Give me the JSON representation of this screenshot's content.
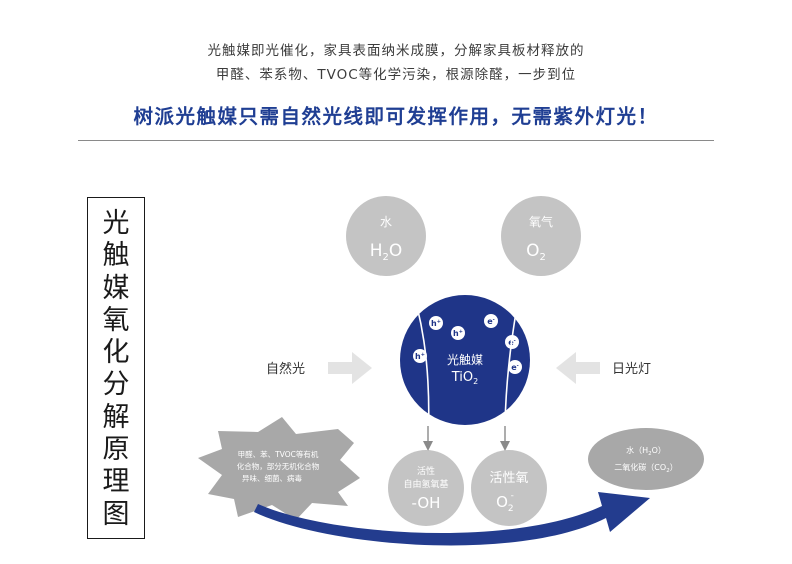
{
  "intro": {
    "line1": "光触媒即光催化，家具表面纳米成膜，分解家具板材释放的",
    "line2": "甲醛、苯系物、TVOC等化学污染，根源除醛，一步到位"
  },
  "headline": "树派光触媒只需自然光线即可发挥作用，无需紫外灯光！",
  "vertical_title": [
    "光",
    "触",
    "媒",
    "氧",
    "化",
    "分",
    "解",
    "原",
    "理",
    "图"
  ],
  "diagram": {
    "water": {
      "label": "水",
      "formula": "H",
      "sub": "2",
      "tail": "O"
    },
    "oxygen": {
      "label": "氧气",
      "formula": "O",
      "sub": "2"
    },
    "catalyst": {
      "label": "光触媒",
      "formula": "TiO",
      "sub": "2"
    },
    "particles": {
      "hole": "h",
      "hole_sup": "+",
      "electron": "e",
      "electron_sup": "-"
    },
    "natural_light": "自然光",
    "sunlight_lamp": "日光灯",
    "pollutants": {
      "line1": "甲醛、苯、TVOC等有机",
      "line2": "化合物，部分无机化合物",
      "line3": "异味、细菌、病毒"
    },
    "radical": {
      "line1": "活性",
      "line2": "自由氢氧基",
      "formula": "-OH"
    },
    "superoxide": {
      "label": "活性氧",
      "formula": "O",
      "sub": "2",
      "sup": "-"
    },
    "products": {
      "line1_pre": "水（H",
      "line1_sub": "2",
      "line1_post": "O）",
      "line2_pre": "二氧化碳（CO",
      "line2_sub": "2",
      "line2_post": "）"
    }
  },
  "colors": {
    "headline": "#1f3e93",
    "catalyst": "#1f3588",
    "arrow": "#233c8e",
    "grey_circle": "#c4c4c4",
    "pollutant_burst": "#a8a8a8",
    "light_arrow": "#e3e3e3"
  }
}
